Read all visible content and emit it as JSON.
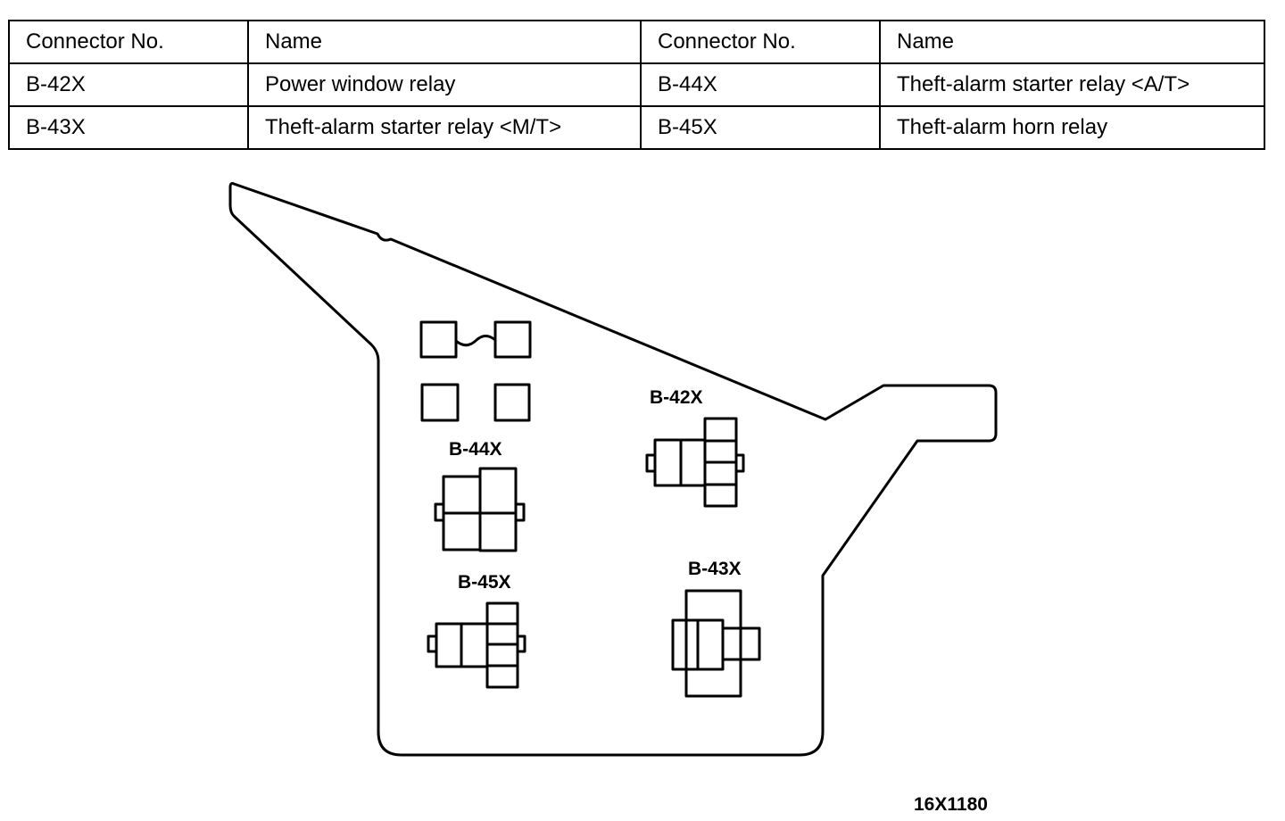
{
  "table": {
    "header": {
      "c1": "Connector No.",
      "c2": "Name",
      "c3": "Connector No.",
      "c4": "Name"
    },
    "rows": [
      {
        "conn1": "B-42X",
        "name1": "Power window relay",
        "conn2": "B-44X",
        "name2": "Theft-alarm starter relay <A/T>"
      },
      {
        "conn1": "B-43X",
        "name1": "Theft-alarm starter relay <M/T>",
        "conn2": "B-45X",
        "name2": "Theft-alarm horn relay"
      }
    ]
  },
  "diagram": {
    "labels": {
      "b42x": "B-42X",
      "b44x": "B-44X",
      "b45x": "B-45X",
      "b43x": "B-43X"
    },
    "code": "16X1180"
  }
}
